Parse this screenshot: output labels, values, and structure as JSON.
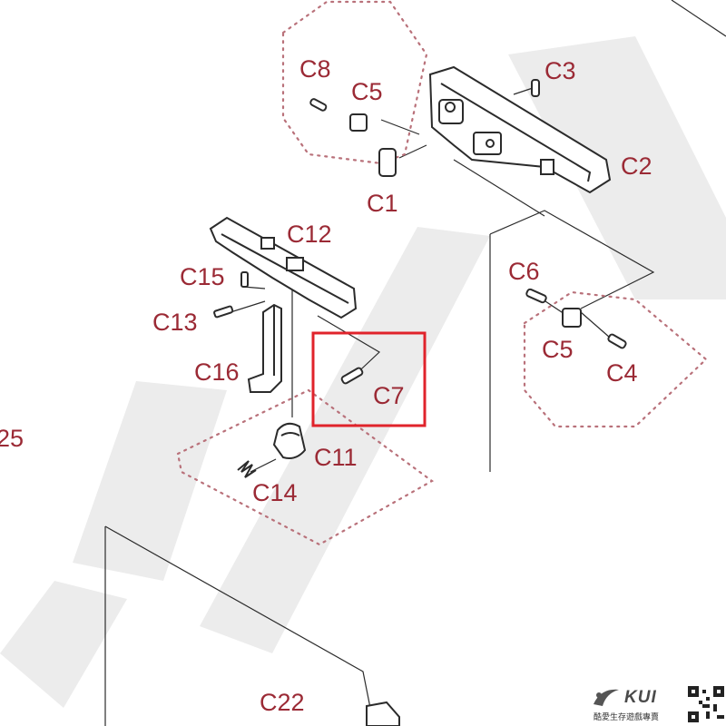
{
  "diagram": {
    "labels": {
      "c8": "C8",
      "c5_top": "C5",
      "c3": "C3",
      "c2": "C2",
      "c1": "C1",
      "c12": "C12",
      "c15": "C15",
      "c13": "C13",
      "c16": "C16",
      "c6": "C6",
      "c5_right": "C5",
      "c4": "C4",
      "c7": "C7",
      "c11": "C11",
      "c14": "C14",
      "c25": "25",
      "c22": "C22"
    },
    "highlighted_part": "C7",
    "colors": {
      "label": "#9b2a35",
      "highlight_box": "#e0232b",
      "dotted_group": "#b9717a",
      "line_art": "#2b2b2b",
      "watermark": "#ececec"
    }
  },
  "brand": {
    "name": "KUI",
    "tagline": "酷愛生存遊戲專賣",
    "logo_icon": "swoosh-logo-icon",
    "qr_icon": "qr-code-icon"
  }
}
